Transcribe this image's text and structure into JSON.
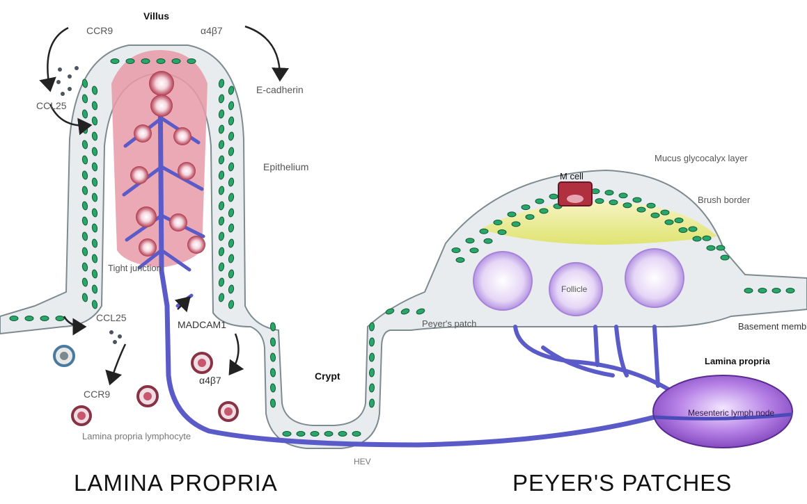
{
  "labels": {
    "villus": "Villus",
    "ccr9_top": "CCR9",
    "a4b7_top": "α4β7",
    "e_cadherin": "E-cadherin",
    "ccl25_top": "CCL25",
    "epithelium": "Epithelium",
    "tight_junction": "Tight junction",
    "madcam1": "MADCAM1",
    "ccl25_low": "CCL25",
    "a4b7_low": "α4β7",
    "ccr9_low": "CCR9",
    "lymphocyte": "Lamina propria lymphocyte",
    "crypt": "Crypt",
    "hev": "HEV",
    "peyers_patch": "Peyer's patch",
    "m_cell": "M cell",
    "mucus": "Mucus glycocalyx layer",
    "brush_border": "Brush border",
    "follicle": "Follicle",
    "basement_membrane": "Basement membrane",
    "lamina_propria_right": "Lamina propria",
    "mesenteric_node": "Mesenteric lymph node"
  },
  "captions": {
    "left": "LAMINA PROPRIA",
    "right": "PEYER'S PATCHES"
  },
  "colors": {
    "epithelium_fill": "#e9ecef",
    "cell_nucleus": "#2aa66a",
    "lamina_core": "#e79aa8",
    "vessel": "#5a5ac8",
    "follicle": "#c9b2e8",
    "dome": "#e4e78a",
    "m_cell": "#b03040",
    "node": "#9a5fd0"
  }
}
